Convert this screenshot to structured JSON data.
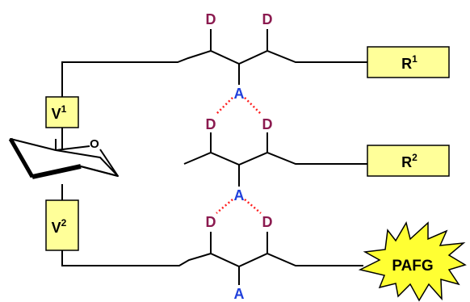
{
  "colors": {
    "line": "#000000",
    "box_fill": "#ffff99",
    "donor": "#8b1a4f",
    "acceptor": "#1f3fdb",
    "hbond": "#ff2020",
    "star_fill": "#ffff33"
  },
  "labels": {
    "donor": "D",
    "acceptor": "A",
    "v1_base": "V",
    "v1_sup": "1",
    "v2_base": "V",
    "v2_sup": "2",
    "r1_base": "R",
    "r1_sup": "1",
    "r2_base": "R",
    "r2_sup": "2",
    "ring_atom": "O",
    "pafg": "PAFG"
  }
}
